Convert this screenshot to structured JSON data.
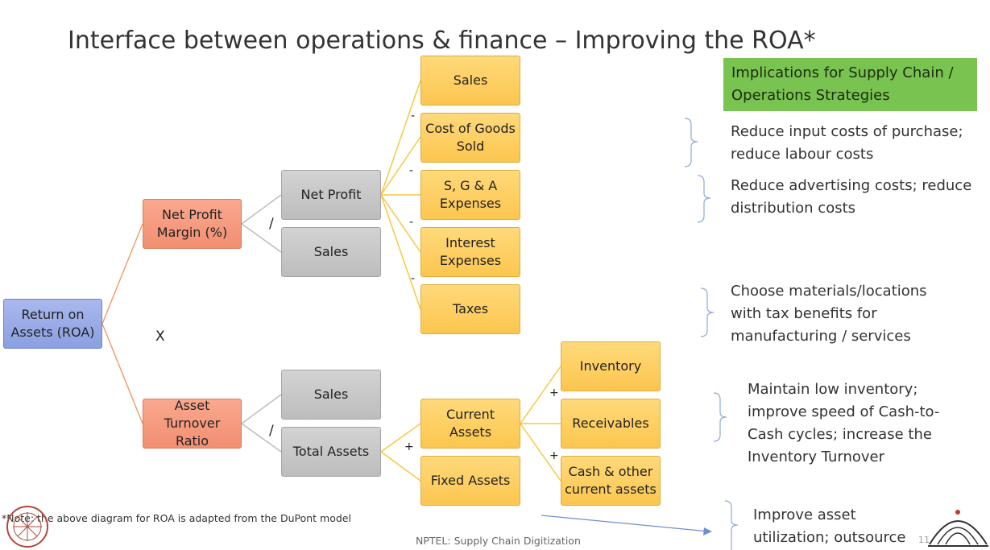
{
  "title": "Interface between operations & finance – Improving the ROA*",
  "boxes": {
    "roa": "Return on Assets (ROA)",
    "npm": "Net Profit Margin (%)",
    "atr": "Asset Turnover Ratio",
    "net_profit": "Net Profit",
    "sales1": "Sales",
    "sales2": "Sales",
    "total_assets": "Total Assets",
    "sales3": "Sales",
    "cogs": "Cost of Goods Sold",
    "sga": "S, G & A Expenses",
    "interest": "Interest Expenses",
    "taxes": "Taxes",
    "current_assets": "Current Assets",
    "fixed_assets": "Fixed Assets",
    "inventory": "Inventory",
    "receivables": "Receivables",
    "cash": "Cash & other current assets"
  },
  "operators": {
    "multiply": "X",
    "divide": "/",
    "minus": "-",
    "plus": "+"
  },
  "implications": {
    "header": "Implications for Supply Chain / Operations Strategies",
    "items": [
      "Reduce input costs of purchase; reduce labour costs",
      "Reduce advertising costs; reduce distribution costs",
      "Choose materials/locations with tax benefits for manufacturing / services",
      "Maintain low inventory; improve speed of Cash-to-Cash cycles; increase the Inventory Turnover",
      "Improve asset utilization; outsource"
    ]
  },
  "footnote": "*Note: the above diagram for ROA is adapted from the DuPont model",
  "footer": "NPTEL: Supply Chain Digitization",
  "slide_number": "11",
  "colors": {
    "orange_line": "#f0a070",
    "grey_line": "#bdbdbd",
    "yellow_line": "#f5c842",
    "bracket": "#8fa8d8",
    "header_green": "#79c450"
  }
}
